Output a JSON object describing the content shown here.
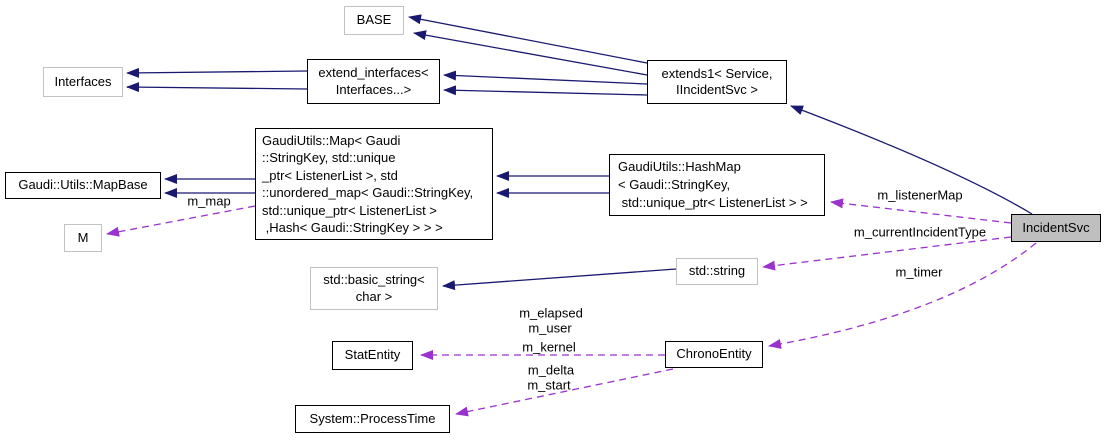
{
  "diagram": {
    "type": "doxygen-collaboration-graph",
    "main_class": "IncidentSvc",
    "colors": {
      "inheritance_edge": "#191970",
      "usage_edge": "#9a32cd",
      "class_border": "#000000",
      "external_border": "#c2c2c2",
      "main_node_fill": "#bfbfbf",
      "node_fill": "#ffffff"
    },
    "nodes": {
      "base": {
        "label": "BASE"
      },
      "interfaces": {
        "label": "Interfaces"
      },
      "extend_interfaces": {
        "label": "extend_interfaces<\nInterfaces...>"
      },
      "extends1": {
        "label": "extends1< Service,\nIIncidentSvc >"
      },
      "gaudi_map": {
        "label": "GaudiUtils::Map< Gaudi\n::StringKey, std::unique\n_ptr< ListenerList >, std\n::unordered_map< Gaudi::StringKey,\nstd::unique_ptr< ListenerList >\n ,Hash< Gaudi::StringKey > > >"
      },
      "mapbase": {
        "label": "Gaudi::Utils::MapBase"
      },
      "m": {
        "label": "M"
      },
      "hashmap": {
        "label": "GaudiUtils::HashMap\n< Gaudi::StringKey,\n std::unique_ptr< ListenerList > >"
      },
      "basic_string": {
        "label": "std::basic_string<\nchar >"
      },
      "string": {
        "label": "std::string"
      },
      "stat_entity": {
        "label": "StatEntity"
      },
      "chrono_entity": {
        "label": "ChronoEntity"
      },
      "process_time": {
        "label": "System::ProcessTime"
      },
      "incident_svc": {
        "label": "IncidentSvc"
      }
    },
    "edge_labels": {
      "m_map": "m_map",
      "m_listener_map": "m_listenerMap",
      "m_current_incident_type": "m_currentIncidentType",
      "m_timer": "m_timer",
      "m_elapsed": "m_elapsed",
      "m_user": "m_user",
      "m_kernel": "m_kernel",
      "m_delta": "m_delta",
      "m_start": "m_start"
    }
  }
}
